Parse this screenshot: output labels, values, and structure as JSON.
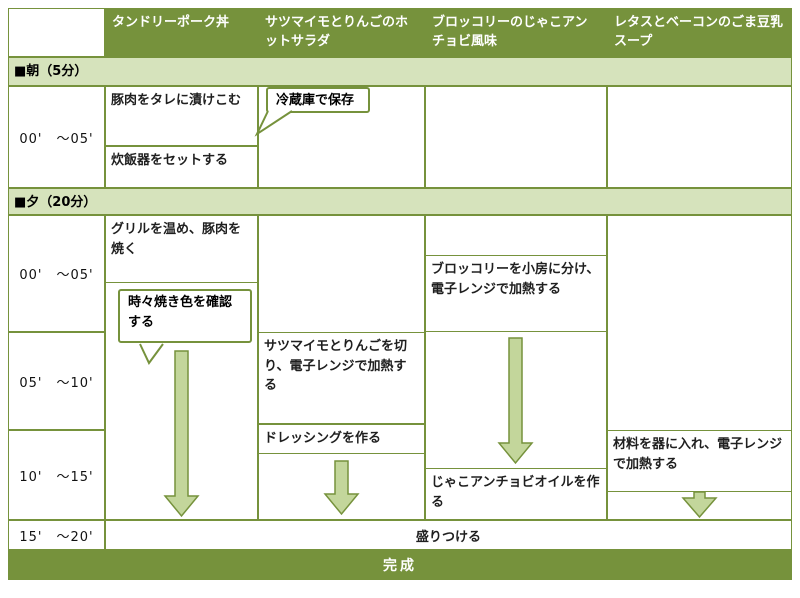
{
  "colors": {
    "header_bg": "#76923C",
    "header_text": "#FFFFFF",
    "section_bg": "#D6E3BC",
    "grid_border": "#76923C",
    "arrow_fill": "#C3D69B",
    "arrow_border": "#76923C"
  },
  "columns": [
    "タンドリーポーク丼",
    "サツマイモとりんごのホットサラダ",
    "ブロッコリーのじゃこアンチョビ風味",
    "レタスとベーコンのごま豆乳スープ"
  ],
  "morning": {
    "section_label": "■朝（5分）",
    "time": "00'　～05'",
    "pork_step1": "豚肉をタレに漬けこむ",
    "pork_step2": "炊飯器をセットする",
    "callout": "冷蔵庫で保存"
  },
  "evening": {
    "section_label": "■夕（20分）",
    "time1": "00'　～05'",
    "time2": "05'　～10'",
    "time3": "10'　～15'",
    "time4": "15'　～20'",
    "pork_step": "グリルを温め、豚肉を焼く",
    "pork_callout": "時々焼き色を確認する",
    "salad_step1": "サツマイモとりんごを切り、電子レンジで加熱する",
    "salad_step2": "ドレッシングを作る",
    "broccoli_step1": "ブロッコリーを小房に分け、電子レンジで加熱する",
    "broccoli_step2": "じゃこアンチョビオイルを作る",
    "soup_step": "材料を器に入れ、電子レンジで加熱する",
    "plate_step": "盛りつける"
  },
  "footer": {
    "complete": "完成"
  }
}
